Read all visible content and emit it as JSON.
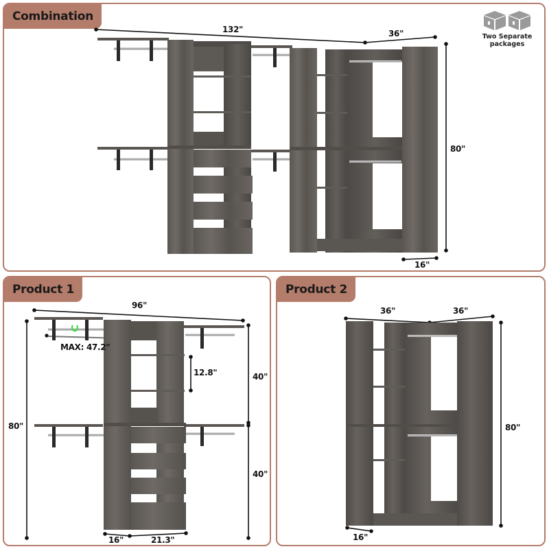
{
  "colors": {
    "accent": "#b47c6a",
    "wood_dark": "#4a4744",
    "wood_mid": "#6b6763",
    "wood_light": "#858079",
    "metal": "#c8c8c8",
    "bracket": "#2a2a2a",
    "highlight_green": "#33dd33"
  },
  "combination": {
    "title": "Combination",
    "package_badge": {
      "icon": "two-boxes-icon",
      "line1": "Two Separate",
      "line2": "packages"
    },
    "dimensions": {
      "total_width": "132\"",
      "corner_width": "36\"",
      "height": "80\"",
      "depth": "16\""
    }
  },
  "product1": {
    "title": "Product 1",
    "dimensions": {
      "width": "96\"",
      "rod_max": "MAX: 47.2\"",
      "shelf_spacing": "12.8\"",
      "upper_height": "40\"",
      "lower_height": "40\"",
      "total_height": "80\"",
      "depth": "16\"",
      "tower_width": "21.3\""
    }
  },
  "product2": {
    "title": "Product 2",
    "dimensions": {
      "left_width": "36\"",
      "right_width": "36\"",
      "height": "80\"",
      "depth": "16\""
    }
  }
}
